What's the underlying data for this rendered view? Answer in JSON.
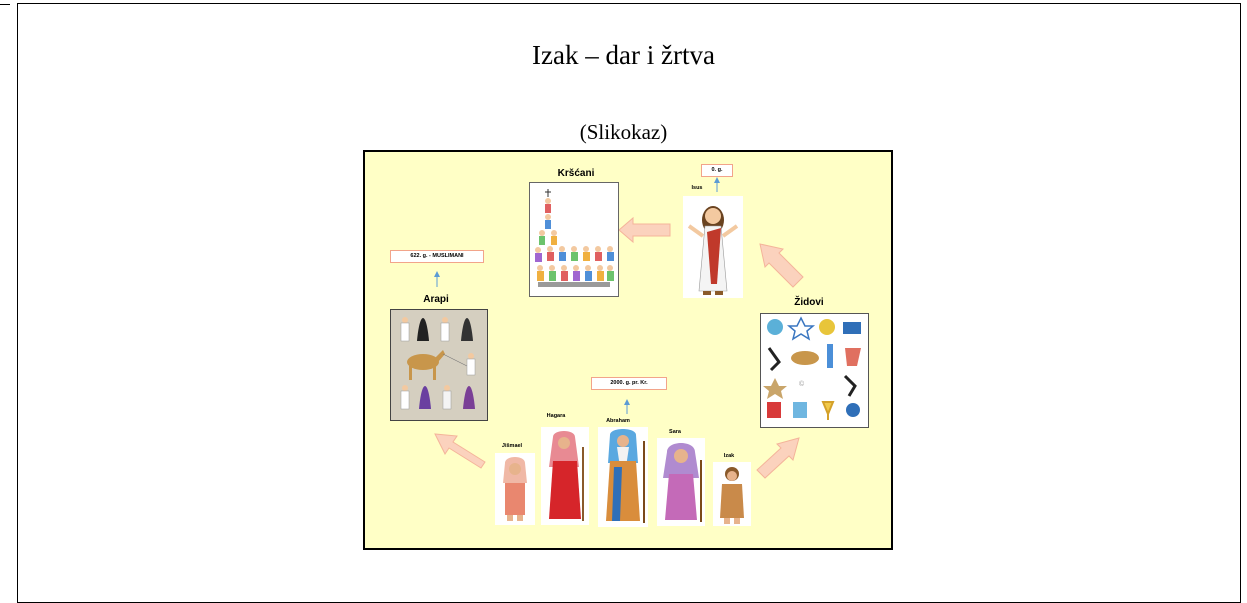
{
  "document": {
    "title": "Izak – dar i žrtva",
    "subtitle": "(Slikokaz)"
  },
  "slide": {
    "groups": {
      "krscani": "Kršćani",
      "arapi": "Arapi",
      "zidovi": "Židovi"
    },
    "dates": {
      "isus_date": "0. g.",
      "muslimani_date": "622. g. - MUSLIMANI",
      "abraham_date": "2000. g. pr. Kr."
    },
    "figures": {
      "isus": "Isus",
      "jismael": "Jišmael",
      "hagara": "Hagara",
      "abraham": "Abraham",
      "sara": "Sara",
      "izak": "Izak"
    },
    "colors": {
      "background": "#ffffc6",
      "arrow": "#fbd2bd",
      "arrow_outline": "#f4b49a",
      "date_border": "#f2a48a",
      "connector": "#5b9bd5"
    }
  }
}
